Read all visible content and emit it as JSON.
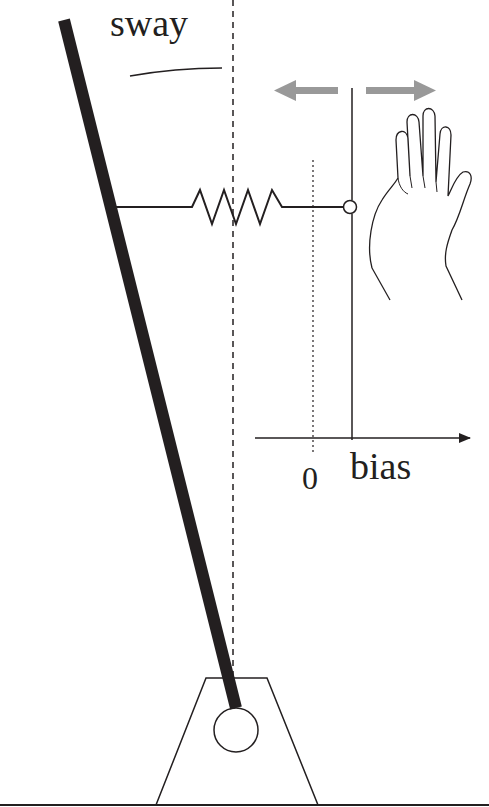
{
  "diagram": {
    "labels": [
      "sway",
      "0",
      "bias"
    ]
  }
}
